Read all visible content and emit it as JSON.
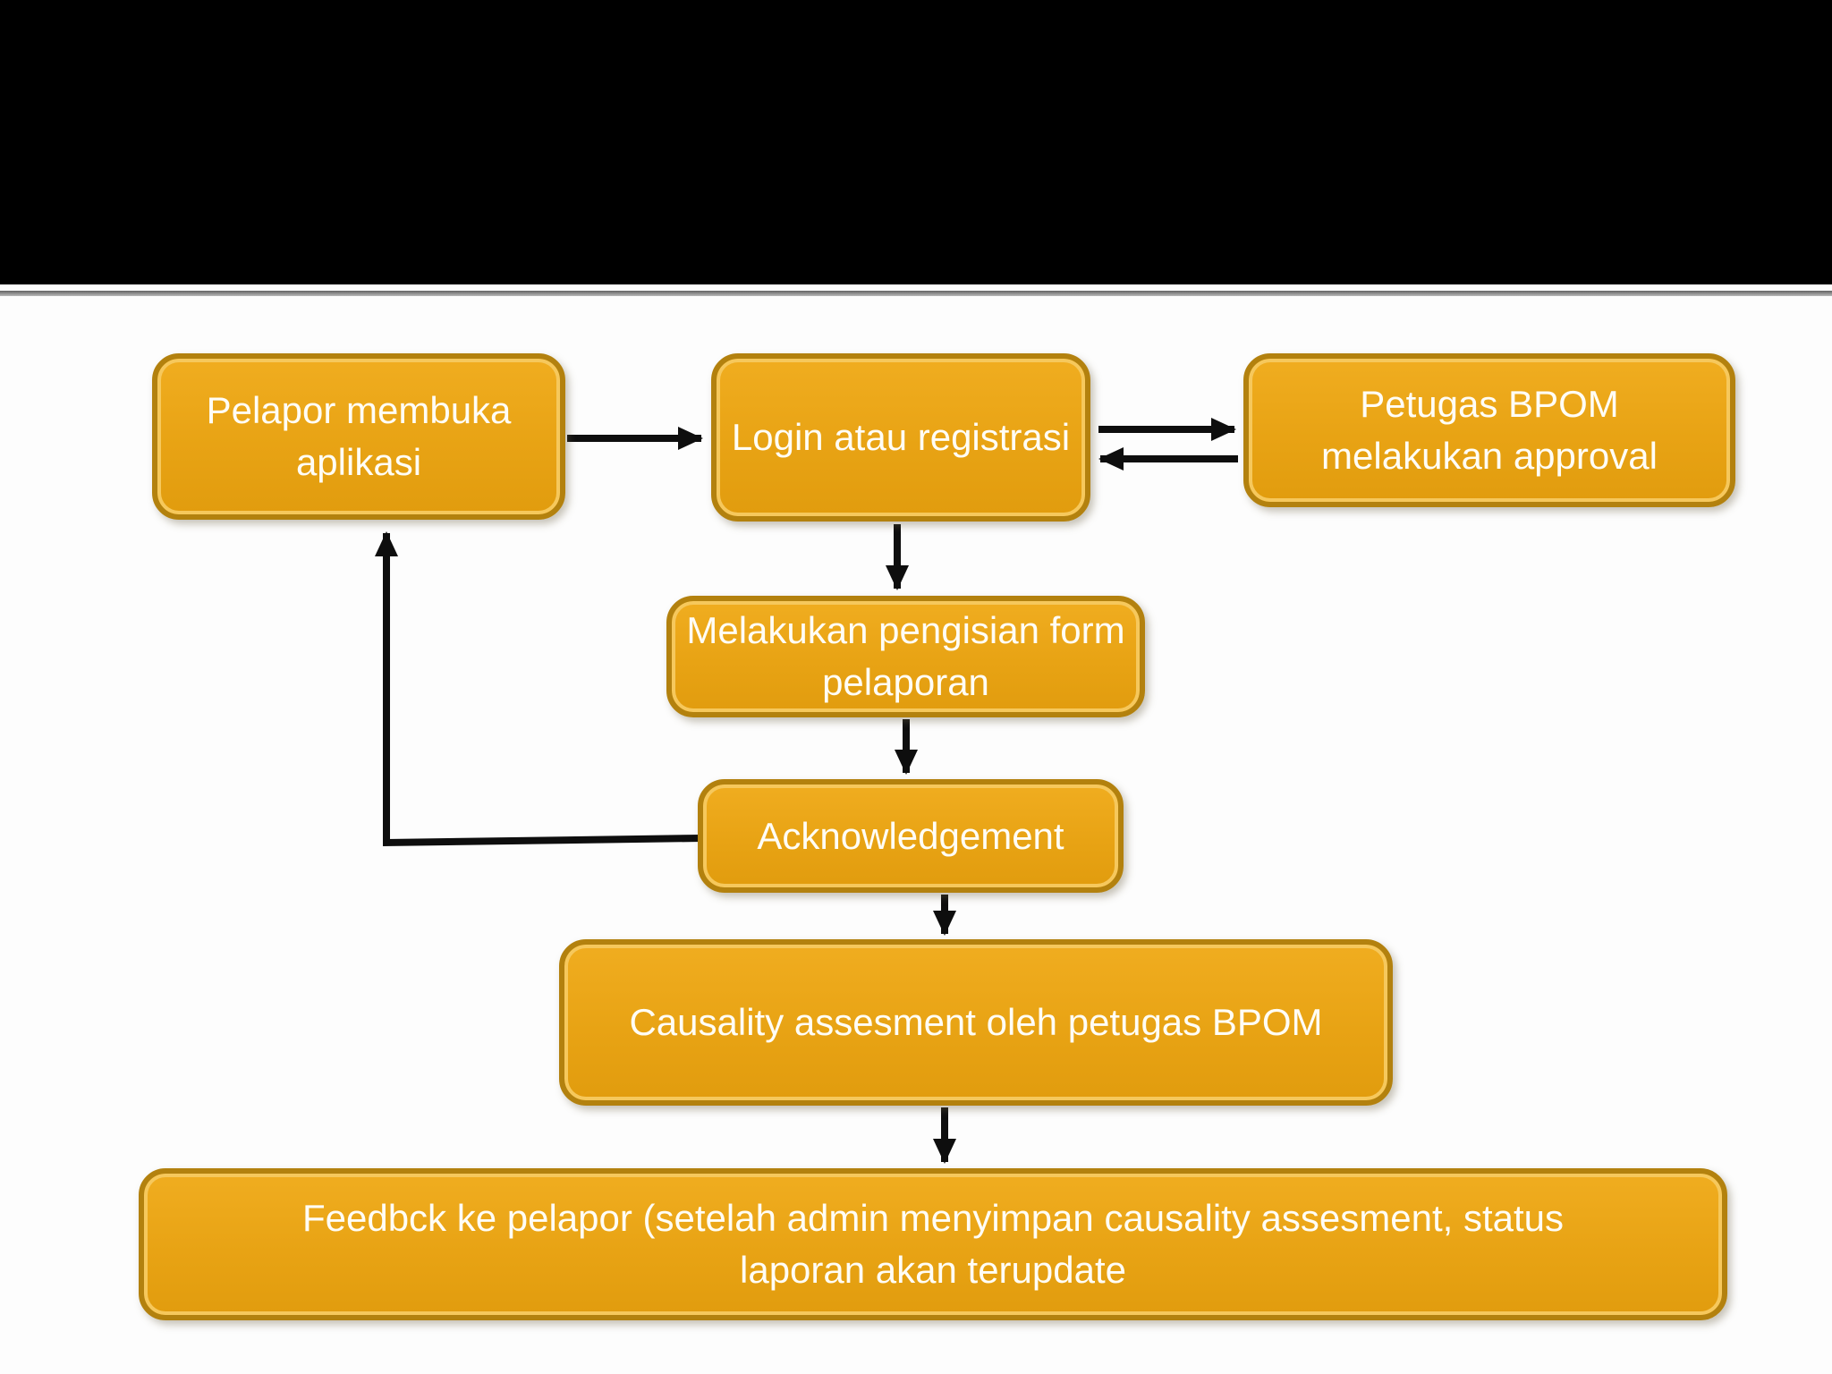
{
  "theme": {
    "background": "#fdfdfd",
    "header_bar_color": "#000000",
    "divider_color_top": "#636363",
    "divider_color_bottom": "#bababa",
    "box_fill_top": "#f0ad20",
    "box_fill_bottom": "#e19c0e",
    "box_border_color": "#b3810e",
    "box_inner_line_color": "#f6c85c",
    "box_text_color": "#fffdf6",
    "arrow_color": "#0e0e0e"
  },
  "flowchart": {
    "nodes": [
      {
        "id": "open-app",
        "label": "Pelapor membuka aplikasi"
      },
      {
        "id": "login",
        "label": "Login atau registrasi"
      },
      {
        "id": "approval",
        "label": "Petugas BPOM melakukan approval"
      },
      {
        "id": "fill-form",
        "label": "Melakukan pengisian form pelaporan"
      },
      {
        "id": "acknowledgement",
        "label": "Acknowledgement"
      },
      {
        "id": "causality",
        "label": "Causality assesment oleh petugas BPOM"
      },
      {
        "id": "feedback",
        "label": "Feedbck ke pelapor (setelah admin menyimpan causality assesment, status laporan akan terupdate"
      }
    ],
    "edges": [
      {
        "from": "open-app",
        "to": "login"
      },
      {
        "from": "login",
        "to": "approval"
      },
      {
        "from": "approval",
        "to": "login"
      },
      {
        "from": "login",
        "to": "fill-form"
      },
      {
        "from": "fill-form",
        "to": "acknowledgement"
      },
      {
        "from": "acknowledgement",
        "to": "causality"
      },
      {
        "from": "causality",
        "to": "feedback"
      },
      {
        "from": "acknowledgement",
        "to": "open-app"
      }
    ]
  }
}
